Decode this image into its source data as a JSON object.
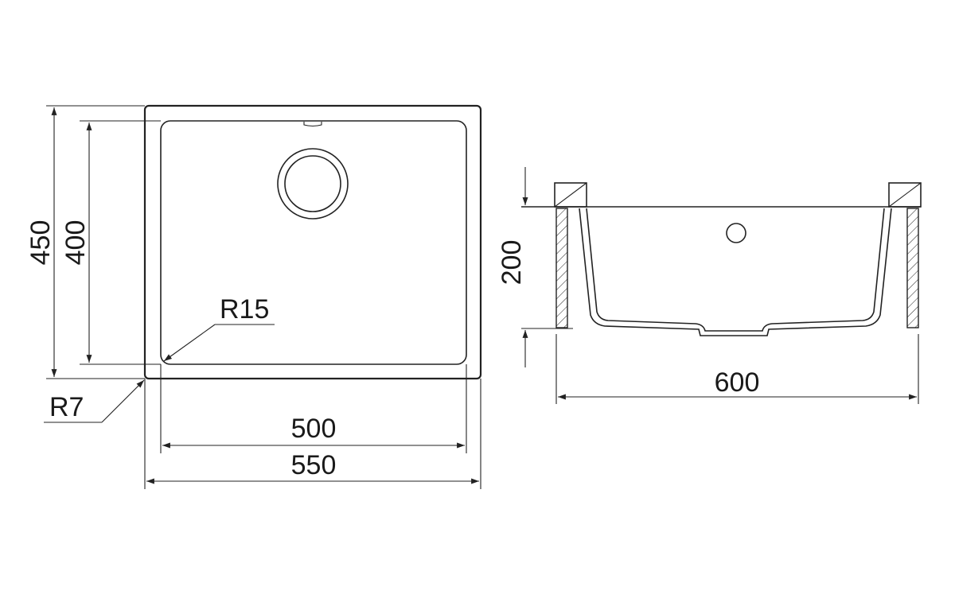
{
  "drawing": {
    "colors": {
      "line": "#222222",
      "background": "#ffffff"
    },
    "plan_view": {
      "outer_height": "450",
      "inner_height": "400",
      "inner_width": "500",
      "outer_width": "550",
      "inner_corner_radius": "R15",
      "outer_corner_radius": "R7"
    },
    "section_view": {
      "depth": "200",
      "overall_width": "600"
    }
  }
}
